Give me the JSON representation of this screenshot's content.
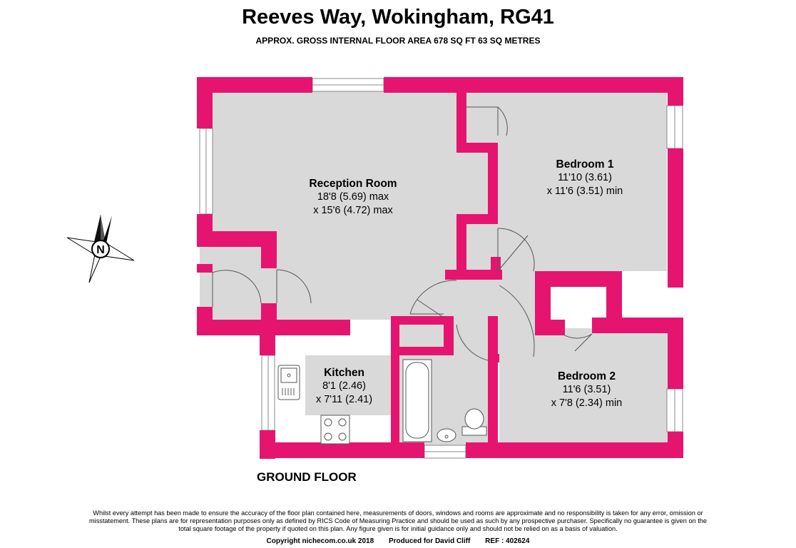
{
  "header": {
    "title": "Reeves Way, Wokingham, RG41",
    "subtitle": "APPROX. GROSS INTERNAL FLOOR AREA 678 SQ FT 63 SQ METRES"
  },
  "rooms": {
    "reception": {
      "name": "Reception Room",
      "dim1": "18'8 (5.69) max",
      "dim2": "x 15'6 (4.72) max"
    },
    "bedroom1": {
      "name": "Bedroom 1",
      "dim1": "11'10 (3.61)",
      "dim2": "x 11'6 (3.51) min"
    },
    "kitchen": {
      "name": "Kitchen",
      "dim1": "8'1 (2.46)",
      "dim2": "x 7'11 (2.41)"
    },
    "bedroom2": {
      "name": "Bedroom 2",
      "dim1": "11'6 (3.51)",
      "dim2": "x 7'8 (2.34) min"
    }
  },
  "compass": {
    "letter": "N"
  },
  "floor_label": "GROUND FLOOR",
  "disclaimer": "Whilst every attempt has been made to ensure the accuracy of the floor plan contained here, measurements of doors, windows and rooms are approximate and no responsibility is taken for any error, omission or misstatement. These plans are for representation purposes only as defined by RICS Code of Measuring Practice and should be used as such by any prospective purchaser. Specifically no guarantee is given on the total square footage of the property if quoted on this plan. Any figure given is for initial guidance only and should not be relied on as a basis of valuation.",
  "footer": {
    "copyright": "Copyright nichecom.co.uk 2018",
    "produced": "Produced for David Cliff",
    "ref": "REF : 402624"
  },
  "colors": {
    "wall": "#E5156F",
    "floor": "#D9D9D9",
    "line": "#555555"
  }
}
